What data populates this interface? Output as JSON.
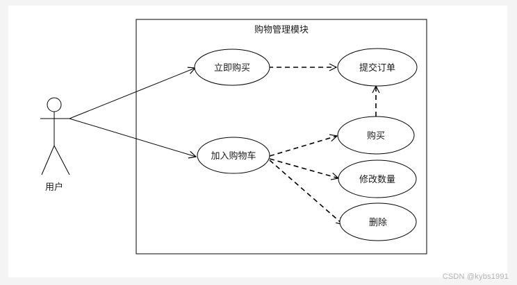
{
  "diagram": {
    "system_title": "购物管理模块",
    "actor_label": "用户",
    "use_cases": {
      "buy_now": "立即购买",
      "submit_order": "提交订单",
      "add_to_cart": "加入购物车",
      "purchase": "购买",
      "modify_quantity": "修改数量",
      "delete": "删除"
    }
  },
  "watermark": "CSDN @kybs1991"
}
